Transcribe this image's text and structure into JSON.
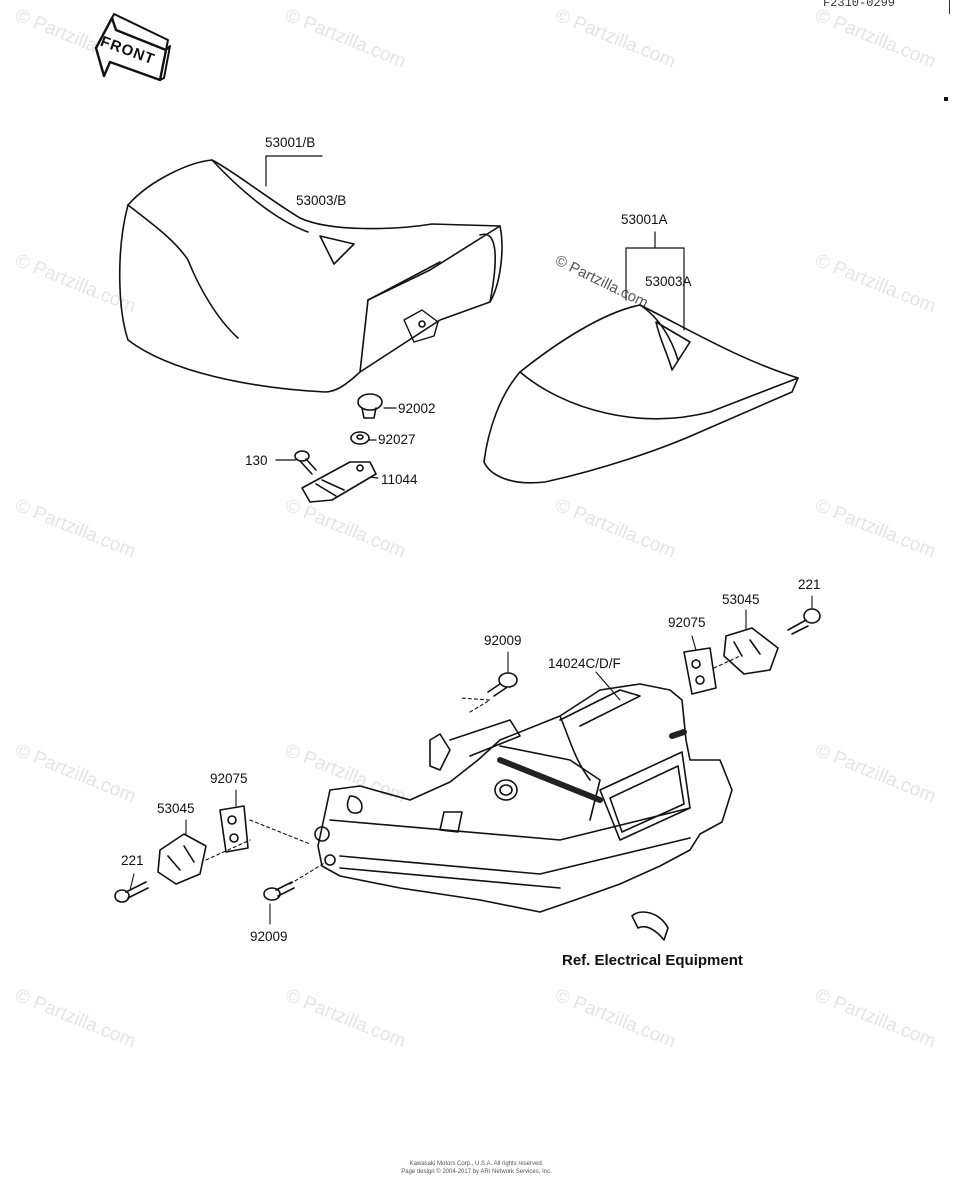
{
  "diagram_code": "F2310-0299",
  "front_label": "FRONT",
  "watermark": "© Partzilla.com",
  "parts": {
    "p53001b": "53001/B",
    "p53003b": "53003/B",
    "p53001a": "53001A",
    "p53003a": "53003A",
    "p92002": "92002",
    "p92027": "92027",
    "p130": "130",
    "p11044": "11044",
    "p221_right": "221",
    "p53045_right": "53045",
    "p92075_right": "92075",
    "p92009_top": "92009",
    "p14024": "14024C/D/F",
    "p92075_left": "92075",
    "p53045_left": "53045",
    "p221_left": "221",
    "p92009_bottom": "92009",
    "ref": "Ref. Electrical Equipment"
  },
  "footer": {
    "line1": "Kawasaki Motors Corp., U.S.A. All rights reserved.",
    "line2": "Page design © 2004-2017 by ARI Network Services, Inc."
  }
}
